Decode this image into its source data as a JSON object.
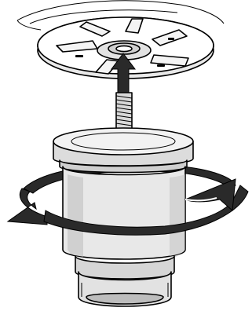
{
  "diagram": {
    "colors": {
      "background": "#ffffff",
      "outline": "#000000",
      "body_fill": "#e6e6e6",
      "shade_fill": "#c4c4c4",
      "dark_fill": "#9a9a9a",
      "arrow_fill": "#2a2a2a"
    },
    "parts": {
      "mount": "mounting-flange",
      "stud": "threaded-stud",
      "body": "cylindrical-unit",
      "rotation": "rotation-arrow-clockwise",
      "direction": "insertion-arrow-up"
    }
  }
}
